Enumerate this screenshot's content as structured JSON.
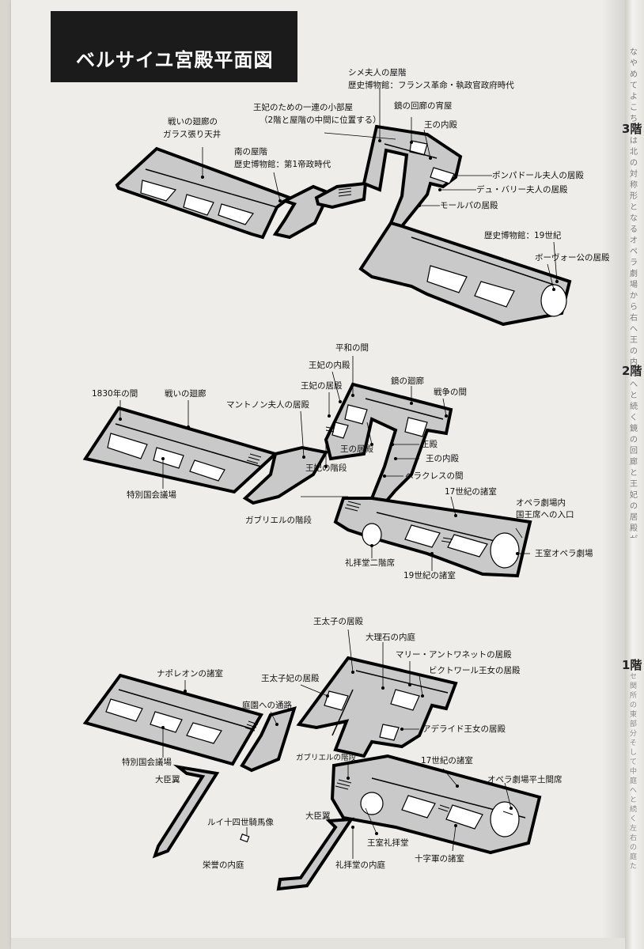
{
  "title": "ベルサイユ宮殿平面図",
  "side": {
    "floor3": "3階",
    "floor2": "2階",
    "floor1": "1階",
    "text_top": "なやめてよこちりは北の対称形となるオペラ劇場から右へ王の内殿へと続く鏡の回廊と王妃の居殿が左右に並ぶ想像力をかきたてるようなしい",
    "text_bottom": "セ関所の東部分そして中庭へと続く左右の庭たちのおもかげ"
  },
  "floor3_labels": {
    "shime_l1": "シメ夫人の屋階",
    "shime_l2": "歴史博物館：フランス革命・執政官政府時代",
    "ouhi_l1": "王妃のための一連の小部屋",
    "ouhi_l2": "（2階と屋階の中間に位置する）",
    "kagami_garret": "鏡の回廊の宵屋",
    "ou_naiden": "王の内殿",
    "ikusa_l1": "戦いの廻廊の",
    "ikusa_l2": "ガラス張り天井",
    "minami_l1": "南の屋階",
    "minami_l2": "歴史博物館：第1帝政時代",
    "pompadour": "ポンパドール夫人の居殿",
    "dubarry": "デュ・バリー夫人の居殿",
    "maurepas": "モールパの居殿",
    "museum19": "歴史博物館：19世紀",
    "beauvau": "ボーヴォー公の居殿"
  },
  "floor2_labels": {
    "heiwa": "平和の間",
    "ouhi_naiden": "王妃の内殿",
    "kagami": "鏡の廻廊",
    "ouhi_kyoden": "王妃の居殿",
    "sensou": "戦争の間",
    "room1830": "1830年の間",
    "ikusa": "戦いの廻廊",
    "maintenon": "マントノン夫人の居殿",
    "seiden": "正殿",
    "ou_kyoden": "王の居殿",
    "ou_naiden": "王の内殿",
    "ouhi_kaidan": "王妃の階段",
    "hercules": "ヘラクレスの間",
    "tokubetsu": "特別国会議場",
    "c17": "17世紀の諸室",
    "opera_l1": "オペラ劇場内",
    "opera_l2": "国王席への入口",
    "gabriel": "ガブリエルの階段",
    "opera_royal": "王室オペラ劇場",
    "reihaido": "礼拝堂二階席",
    "c19": "19世紀の諸室"
  },
  "floor1_labels": {
    "outaishi": "王太子の居殿",
    "dairiseki": "大理石の内庭",
    "antoinette": "マリー・アントワネットの居殿",
    "napoleon": "ナポレオンの諸室",
    "outaishihi": "王太子妃の居殿",
    "victoire": "ビクトワール王女の居殿",
    "teien": "庭園への通路",
    "adelaide": "アデライド王女の居殿",
    "tokubetsu": "特別国会議場",
    "gabriel": "ガブリエルの階段",
    "c17": "17世紀の諸室",
    "daijin1": "大臣翼",
    "opera_doma": "オペラ劇場平土間席",
    "louis": "ルイ十四世騎馬像",
    "daijin2": "大臣翼",
    "ouhitsu_reihaido": "王室礼拝堂",
    "eiyo": "栄誉の内庭",
    "reihaido_naitei": "礼拝堂の内庭",
    "jujigun": "十字軍の諸室"
  }
}
